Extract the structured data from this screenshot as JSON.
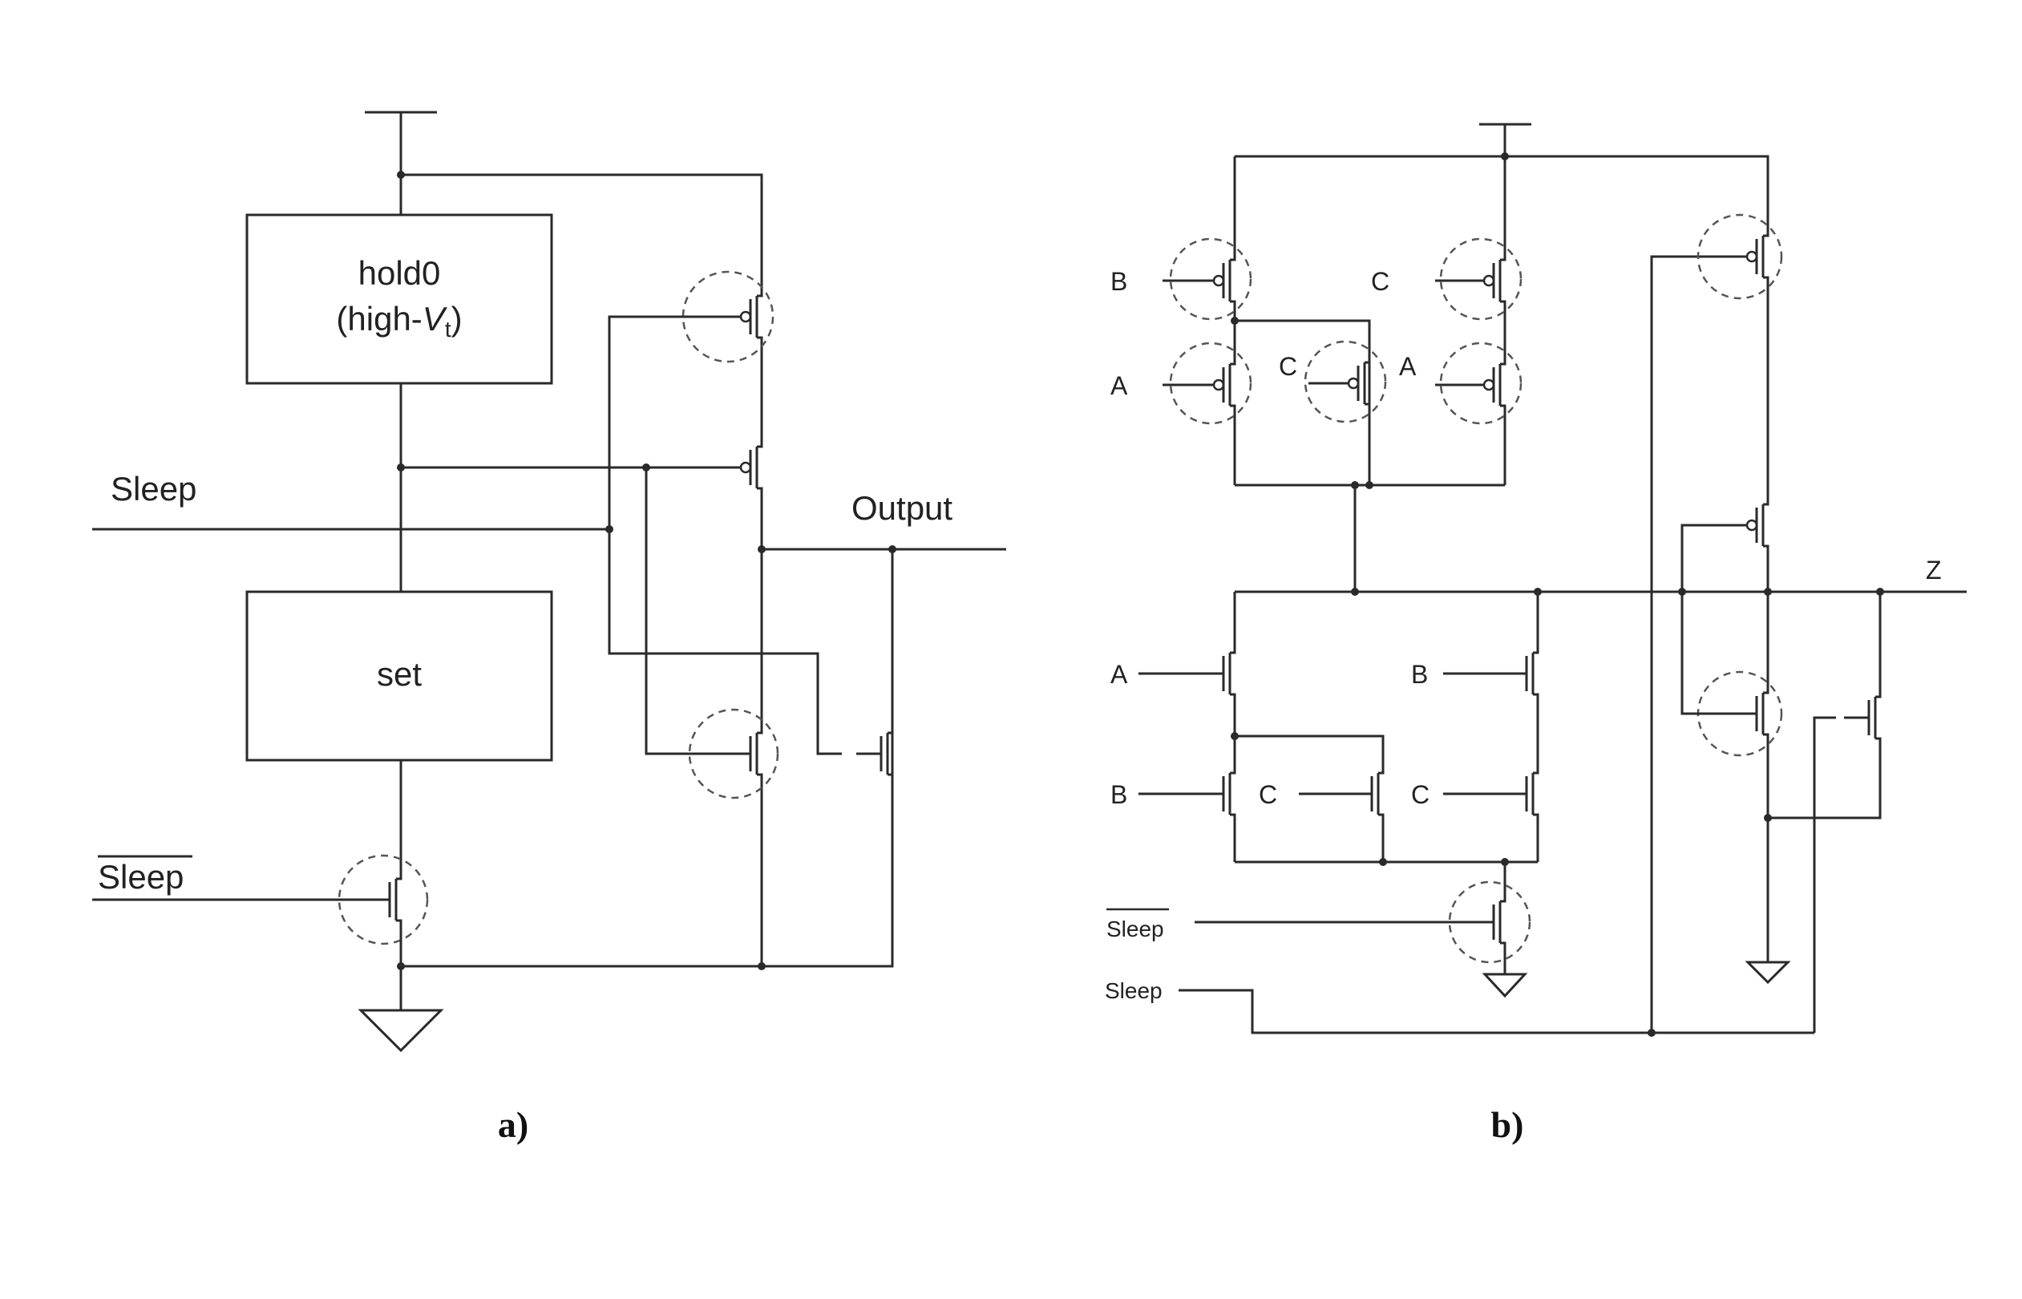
{
  "panel_a": {
    "block_top_line1": "hold0",
    "block_top_line2_prefix": "(high-",
    "block_top_line2_var": "V",
    "block_top_line2_sub": "t",
    "block_top_line2_suffix": ")",
    "block_bottom": "set",
    "sleep_label": "Sleep",
    "sleep_bar_label": "Sleep",
    "output_label": "Output",
    "caption": "a)"
  },
  "panel_b": {
    "inputs": {
      "b1": "B",
      "c1": "C",
      "a1": "A",
      "c2": "C",
      "a2": "A",
      "a3": "A",
      "b2": "B",
      "b3": "B",
      "c3": "C",
      "c4": "C"
    },
    "sleep_bar_label": "Sleep",
    "sleep_label": "Sleep",
    "output_label": "Z",
    "caption": "b)"
  }
}
